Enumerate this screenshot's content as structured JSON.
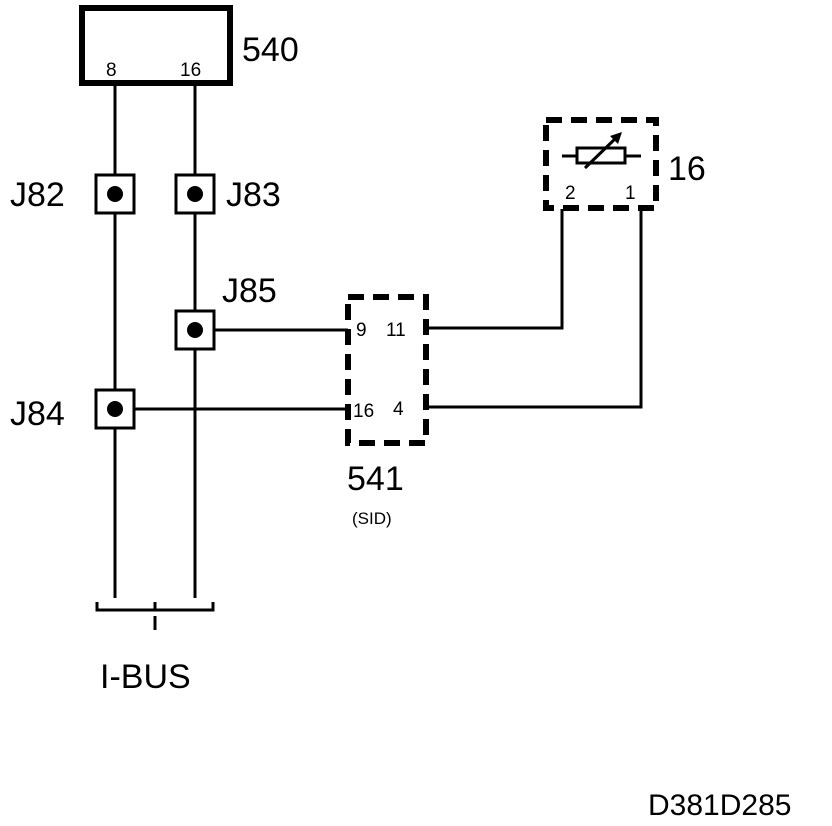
{
  "components": {
    "c540": {
      "label": "540",
      "pins": {
        "p8": "8",
        "p16": "16"
      }
    },
    "c541": {
      "label": "541",
      "sublabel": "(SID)",
      "pins": {
        "p9": "9",
        "p11": "11",
        "p16": "16",
        "p4": "4"
      }
    },
    "c16": {
      "label": "16",
      "pins": {
        "p2": "2",
        "p1": "1"
      }
    }
  },
  "junctions": {
    "j82": "J82",
    "j83": "J83",
    "j84": "J84",
    "j85": "J85"
  },
  "bus": {
    "label": "I-BUS"
  },
  "drawing_id": "D381D285"
}
